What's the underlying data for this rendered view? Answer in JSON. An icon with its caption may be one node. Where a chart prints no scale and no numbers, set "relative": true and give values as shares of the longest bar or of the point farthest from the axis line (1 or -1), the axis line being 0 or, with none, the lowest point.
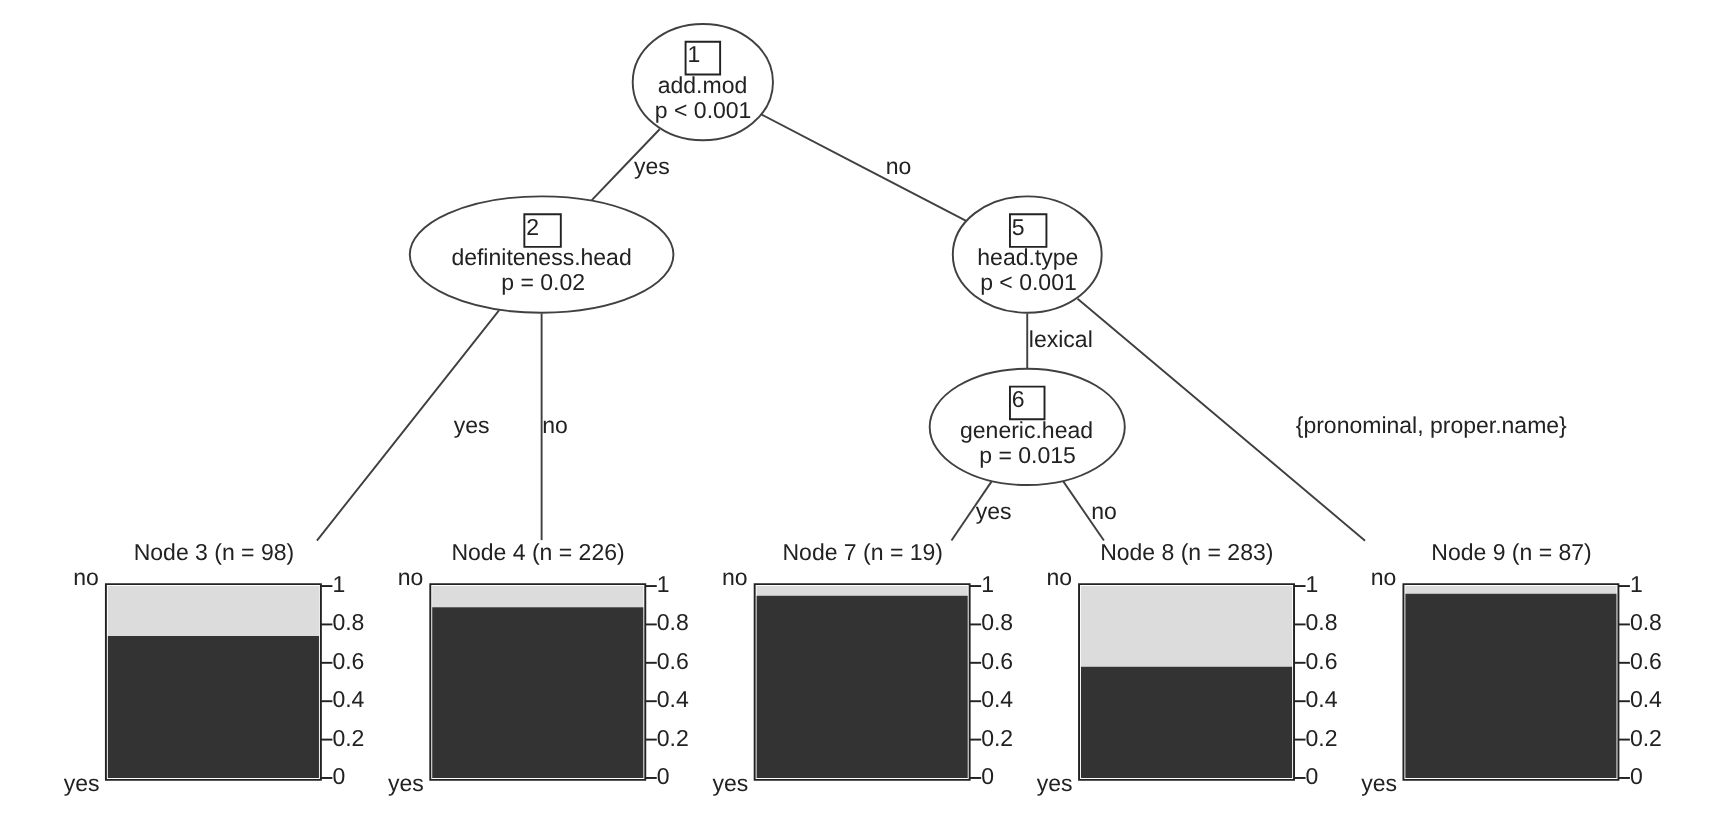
{
  "diagram": {
    "nodes": [
      {
        "text": [
          "1",
          "add.mod",
          "p < 0.001"
        ]
      },
      {
        "text": [
          "2",
          "definiteness.head",
          "p = 0.02"
        ]
      },
      {
        "text": [
          "Node 3 (n = 98)"
        ],
        "beside": [
          "no",
          "yes",
          "1",
          "0.8",
          "0.6",
          "0.4",
          "0.2",
          "0"
        ]
      },
      {
        "text": [
          "Node 4 (n = 226)"
        ],
        "beside": [
          "no",
          "yes",
          "1",
          "0.8",
          "0.6",
          "0.4",
          "0.2",
          "0"
        ]
      },
      {
        "text": [
          "5",
          "head.type",
          "p < 0.001"
        ]
      },
      {
        "text": [
          "6",
          "generic.head",
          "p = 0.015"
        ]
      },
      {
        "text": [
          "Node 7 (n = 19)"
        ],
        "beside": [
          "no",
          "yes",
          "1",
          "0.8",
          "0.6",
          "0.4",
          "0.2",
          "0"
        ]
      },
      {
        "text": [
          "Node 8 (n = 283)"
        ],
        "beside": [
          "no",
          "yes",
          "1",
          "0.8",
          "0.6",
          "0.4",
          "0.2",
          "0"
        ]
      },
      {
        "text": [
          "Node 9 (n = 87)"
        ],
        "beside": [
          "no",
          "yes",
          "1",
          "0.8",
          "0.6",
          "0.4",
          "0.2",
          "0"
        ]
      }
    ],
    "edges": [
      {
        "from": 0,
        "to": 1,
        "arrow": "none",
        "label": "yes"
      },
      {
        "from": 0,
        "to": 4,
        "arrow": "none",
        "label": "no"
      },
      {
        "from": 1,
        "to": 2,
        "arrow": "none",
        "label": "yes"
      },
      {
        "from": 1,
        "to": 3,
        "arrow": "none",
        "label": "no"
      },
      {
        "from": 4,
        "to": 5,
        "arrow": "none",
        "label": "lexical"
      },
      {
        "from": 4,
        "to": 8,
        "arrow": "none",
        "label": "{pronominal, proper.name}"
      },
      {
        "from": 5,
        "to": 6,
        "arrow": "none",
        "label": "yes"
      },
      {
        "from": 5,
        "to": 7,
        "arrow": "none",
        "label": "no"
      }
    ],
    "chart_data": {
      "type": "bar",
      "stacked": true,
      "relative": true,
      "series": [
        {
          "color": "#333333",
          "values": [
            0.74,
            0.89,
            0.95,
            0.58,
            0.96
          ]
        },
        {
          "color": "#dcdcdc",
          "values": [
            0.26,
            0.11,
            0.05,
            0.42,
            0.04
          ]
        }
      ]
    }
  }
}
